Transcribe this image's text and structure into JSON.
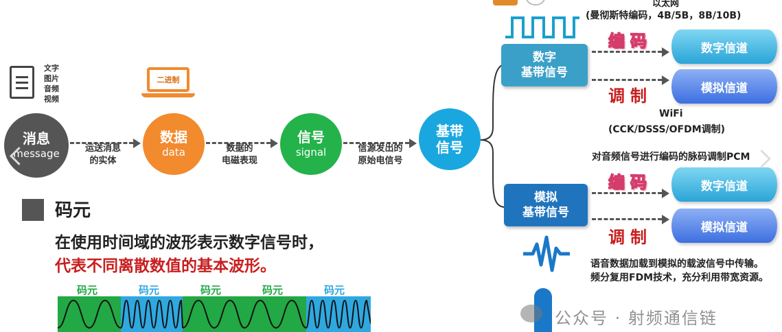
{
  "top_note_1": "以太网",
  "top_note_2": "(曼彻斯特编码，4B/5B，8B/10B)",
  "doc_types": [
    "文字",
    "图片",
    "音频",
    "视频"
  ],
  "laptop_label": "二进制",
  "nodes": {
    "message": {
      "zh": "消息",
      "en": "message"
    },
    "data": {
      "zh": "数据",
      "en": "data"
    },
    "signal": {
      "zh": "信号",
      "en": "signal"
    },
    "baseband": {
      "line1": "基带",
      "line2": "信号"
    }
  },
  "captions": {
    "c1": [
      "运送消息",
      "的实体"
    ],
    "c2": [
      "数据的",
      "电磁表现"
    ],
    "c3": [
      "信源发出的",
      "原始电信号"
    ]
  },
  "digital_box": {
    "line1": "数字",
    "line2": "基带信号"
  },
  "analog_box": {
    "line1": "模拟",
    "line2": "基带信号"
  },
  "encode_label": "编码",
  "modulate_label": "调制",
  "digital_channel": "数字信道",
  "analog_channel": "模拟信道",
  "wifi_note_1": "WiFi",
  "wifi_note_2": "(CCK/DSSS/OFDM调制)",
  "pcm_note": "对音频信号进行编码的脉码调制PCM",
  "bottom_note_1": "语音数据加载到模拟的载波信号中传输。",
  "bottom_note_2": "频分复用FDM技术，充分利用带宽资源。",
  "symbol_title": "码元",
  "symbol_line1": "在使用时间域的波形表示数字信号时，",
  "symbol_line2": "代表不同离散数值的基本波形。",
  "wave_labels": [
    "码元",
    "码元",
    "码元",
    "码元",
    "码元"
  ],
  "watermark": "公众号 · 射频通信链",
  "colors": {
    "message": "#555555",
    "data": "#f28a2e",
    "signal": "#24b24b",
    "baseband": "#1aa7e0",
    "digital_box": "#3aa0c8",
    "analog_box": "#1f74bd",
    "red": "#c81e1e",
    "green_wave": "#22a844",
    "blue_wave": "#2fa8e0"
  }
}
